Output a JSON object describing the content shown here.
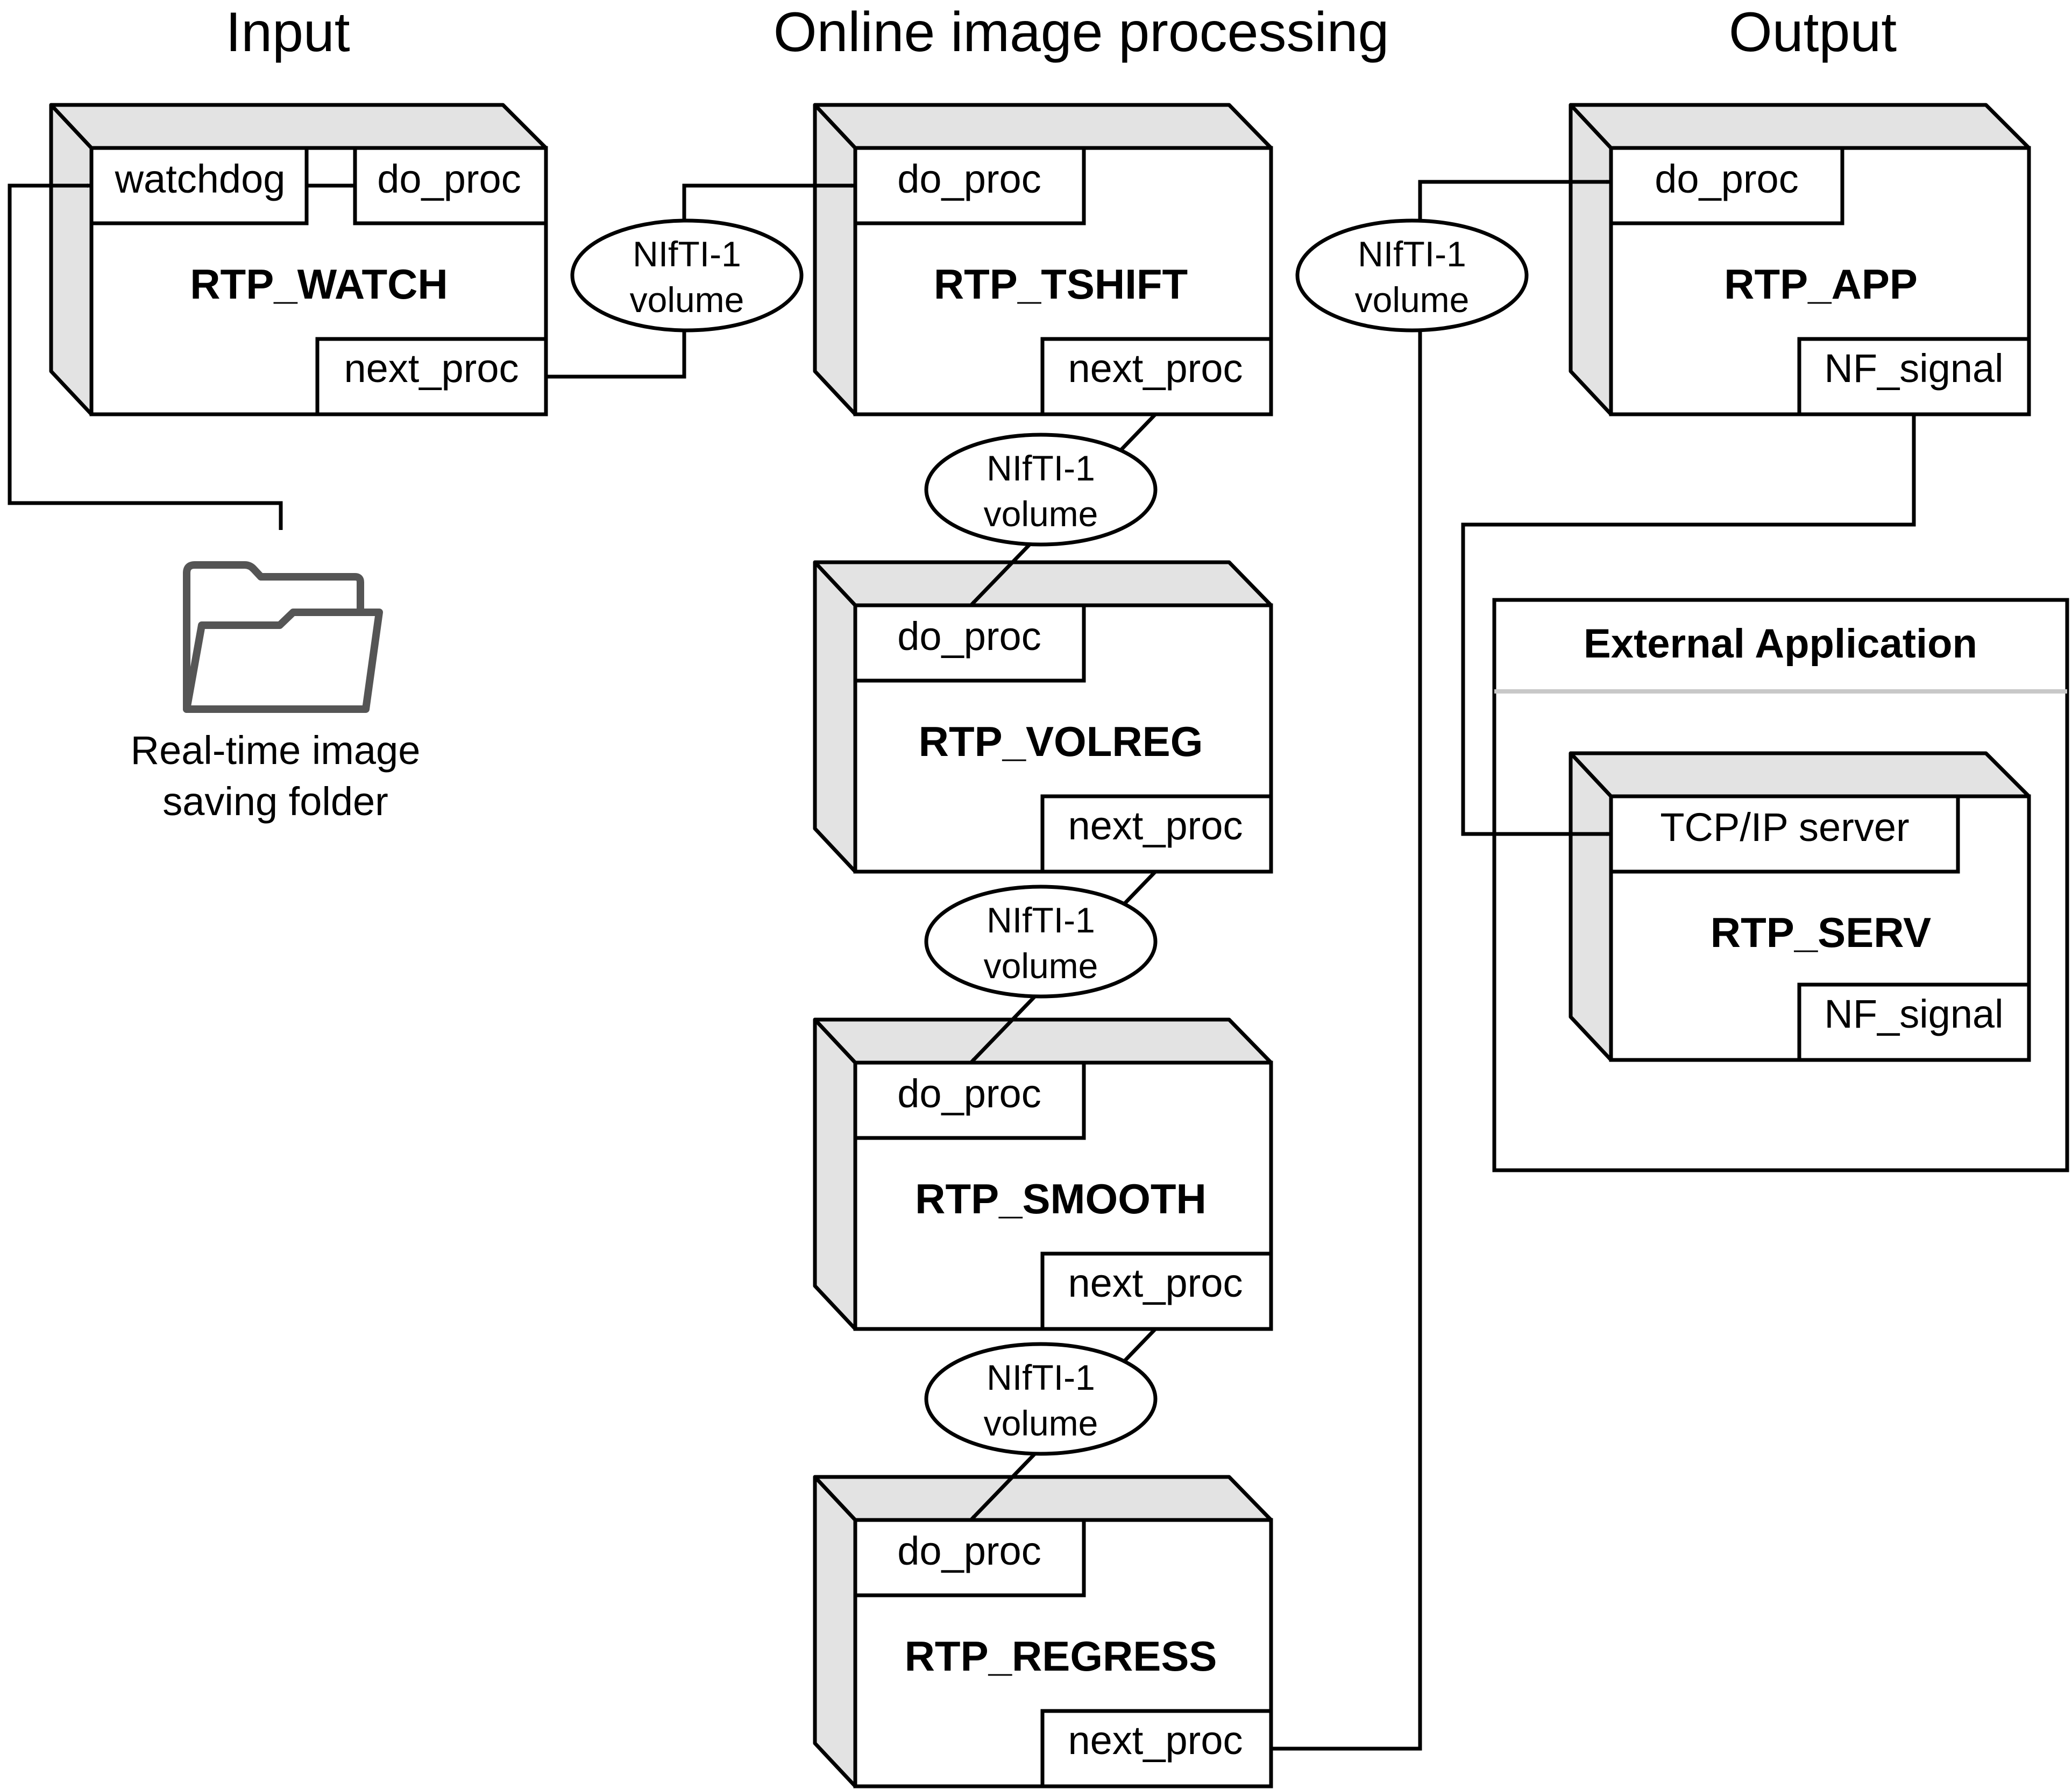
{
  "headings": {
    "input": "Input",
    "processing": "Online image processing",
    "output": "Output"
  },
  "modules": {
    "watch": {
      "title": "RTP_WATCH",
      "port_a": "watchdog",
      "port_b": "do_proc",
      "port_out": "next_proc"
    },
    "tshift": {
      "title": "RTP_TSHIFT",
      "port_in": "do_proc",
      "port_out": "next_proc"
    },
    "volreg": {
      "title": "RTP_VOLREG",
      "port_in": "do_proc",
      "port_out": "next_proc"
    },
    "smooth": {
      "title": "RTP_SMOOTH",
      "port_in": "do_proc",
      "port_out": "next_proc"
    },
    "regress": {
      "title": "RTP_REGRESS",
      "port_in": "do_proc",
      "port_out": "next_proc"
    },
    "app": {
      "title": "RTP_APP",
      "port_in": "do_proc",
      "port_out": "NF_signal"
    },
    "serv": {
      "title": "RTP_SERV",
      "port_in": "TCP/IP server",
      "port_out": "NF_signal"
    }
  },
  "volume_label": {
    "line1": "NIfTI-1",
    "line2": "volume"
  },
  "folder": {
    "icon": "folder-icon",
    "line1": "Real-time image",
    "line2": "saving folder"
  },
  "external_app": {
    "title": "External Application"
  },
  "colors": {
    "stroke": "#000000",
    "side_face": "#e3e3e3",
    "background": "#ffffff",
    "divider": "#c8c8c8"
  }
}
